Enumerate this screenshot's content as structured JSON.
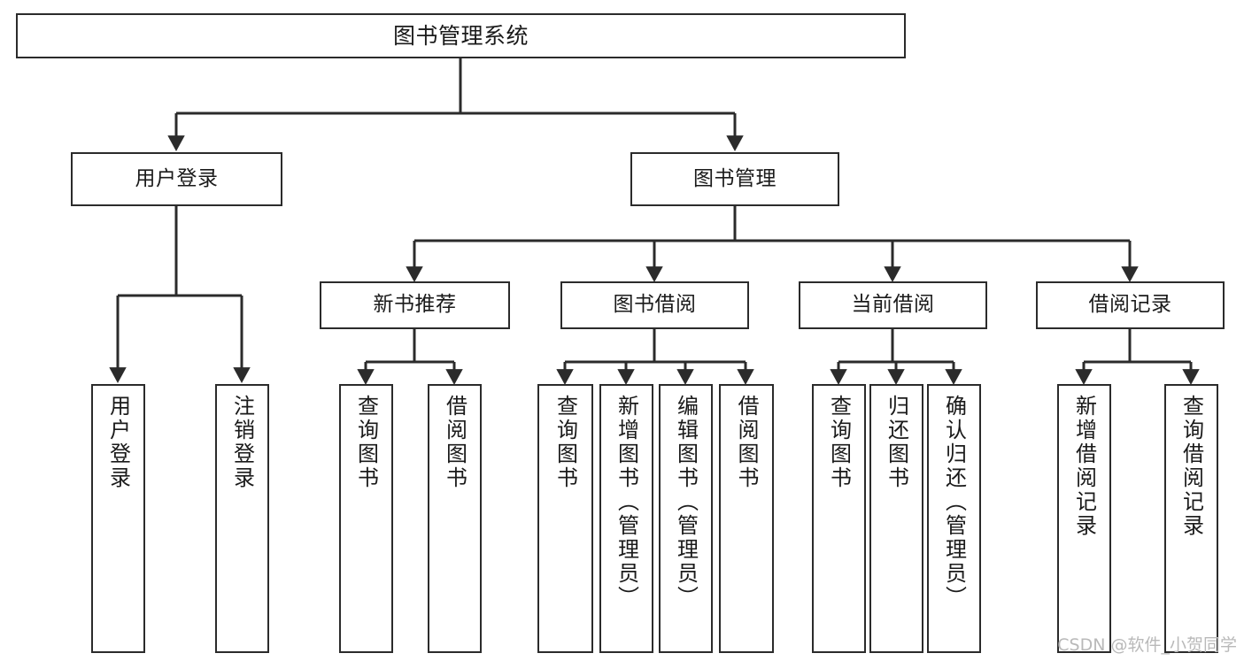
{
  "diagram": {
    "title": "图书管理系统",
    "type": "tree",
    "watermark": "CSDN @软件_小贺同学",
    "colors": {
      "box_border": "#2b2b2b",
      "box_fill": "#ffffff",
      "edge": "#2b2b2b",
      "text": "#1a1a1a",
      "watermark": "#b9b9b9",
      "background": "#ffffff"
    },
    "root": {
      "label": "图书管理系统"
    },
    "level1": [
      {
        "label": "用户登录"
      },
      {
        "label": "图书管理"
      }
    ],
    "level2": [
      {
        "label": "新书推荐"
      },
      {
        "label": "图书借阅"
      },
      {
        "label": "当前借阅"
      },
      {
        "label": "借阅记录"
      }
    ],
    "leaves": {
      "user_login": [
        {
          "label": "用户登录"
        },
        {
          "label": "注销登录"
        }
      ],
      "new_book_recommend": [
        {
          "label": "查询图书"
        },
        {
          "label": "借阅图书"
        }
      ],
      "book_borrow": [
        {
          "label": "查询图书"
        },
        {
          "label": "新增图书（管理员）"
        },
        {
          "label": "编辑图书（管理员）"
        },
        {
          "label": "借阅图书"
        }
      ],
      "current_borrow": [
        {
          "label": "查询图书"
        },
        {
          "label": "归还图书"
        },
        {
          "label": "确认归还（管理员）"
        }
      ],
      "borrow_record": [
        {
          "label": "新增借阅记录"
        },
        {
          "label": "查询借阅记录"
        }
      ]
    }
  }
}
